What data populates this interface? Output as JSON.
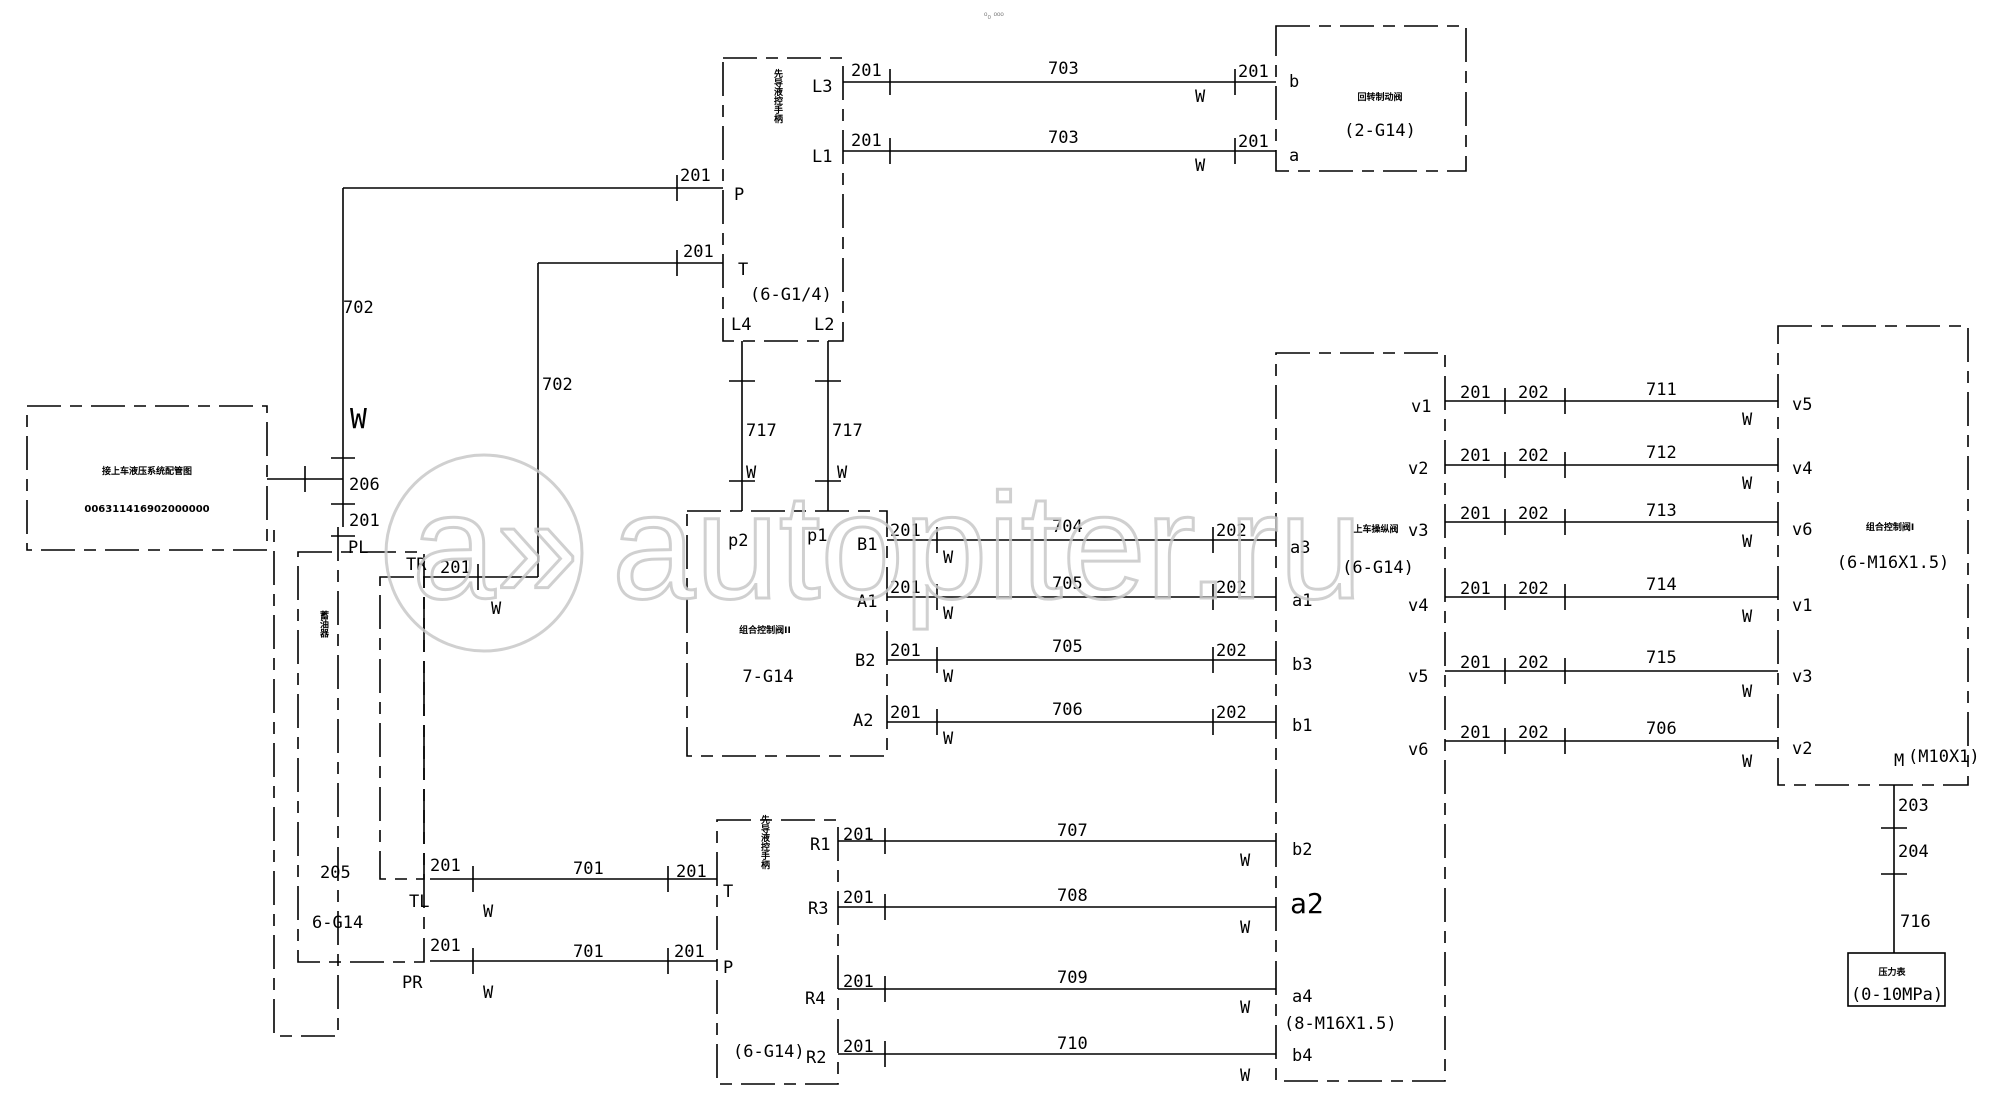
{
  "header_mark": "ᵒ₀ ᵒᵒᵒ",
  "watermark": {
    "symbol": "a»",
    "text": "autopiter.ru"
  },
  "boxes": {
    "supply_block": {
      "title": "接上车液压系统配管图",
      "part": "006311416902000000"
    },
    "pilot_top": {
      "title": "先导液控手柄",
      "port_p": "P",
      "port_t": "T",
      "spec": "(6-G1/4)",
      "port_l3": "L3",
      "port_l1": "L1",
      "port_l4": "L4",
      "port_l2": "L2"
    },
    "swing_brake": {
      "title": "回转制动阀",
      "port_b": "b",
      "port_a": "a",
      "spec": "(2-G14)"
    },
    "combo_valve_ii": {
      "title": "组合控制阀II",
      "spec": "7-G14",
      "port_p2": "p2",
      "port_p1": "p1",
      "port_b1": "B1",
      "port_a1": "A1",
      "port_b2": "B2",
      "port_a2": "A2"
    },
    "accumulator": {
      "title": "蓄油器",
      "port_pl": "PL",
      "port_tr": "TR",
      "port_tl": "TL",
      "port_pr": "PR",
      "code": "205",
      "spec": "6-G14"
    },
    "pilot_bottom": {
      "title": "先导液控手柄",
      "port_t": "T",
      "port_p": "P",
      "port_r1": "R1",
      "port_r3": "R3",
      "port_r4": "R4",
      "port_r2": "R2",
      "spec": "(6-G14)"
    },
    "upper_valve": {
      "title": "上车操纵阀",
      "spec_top": "(6-G14)",
      "spec_bottom": "(8-M16X1.5)",
      "port_a3": "a3",
      "port_a1": "a1",
      "port_b3": "b3",
      "port_b1": "b1",
      "port_b2": "b2",
      "port_a2": "a2",
      "port_a4": "a4",
      "port_b4": "b4",
      "port_v1": "v1",
      "port_v2": "v2",
      "port_v3": "v3",
      "port_v4": "v4",
      "port_v5": "v5",
      "port_v6": "v6"
    },
    "combo_valve_i": {
      "title": "组合控制阀I",
      "spec": "(6-M16X1.5)",
      "port_v5": "v5",
      "port_v4": "v4",
      "port_v6": "v6",
      "port_v1": "v1",
      "port_v3": "v3",
      "port_v2": "v2",
      "port_m": "M",
      "spec_m": "(M10X1)"
    },
    "gauge": {
      "title": "压力表",
      "range": "(0-10MPa)"
    }
  },
  "labels": {
    "c201": "201",
    "c202": "202",
    "c203": "203",
    "c204": "204",
    "c206": "206",
    "p701": "701",
    "p702": "702",
    "p703": "703",
    "p704": "704",
    "p705": "705",
    "p706": "706",
    "p707": "707",
    "p708": "708",
    "p709": "709",
    "p710": "710",
    "p711": "711",
    "p712": "712",
    "p713": "713",
    "p714": "714",
    "p715": "715",
    "p716": "716",
    "p717": "717",
    "w": "W"
  }
}
